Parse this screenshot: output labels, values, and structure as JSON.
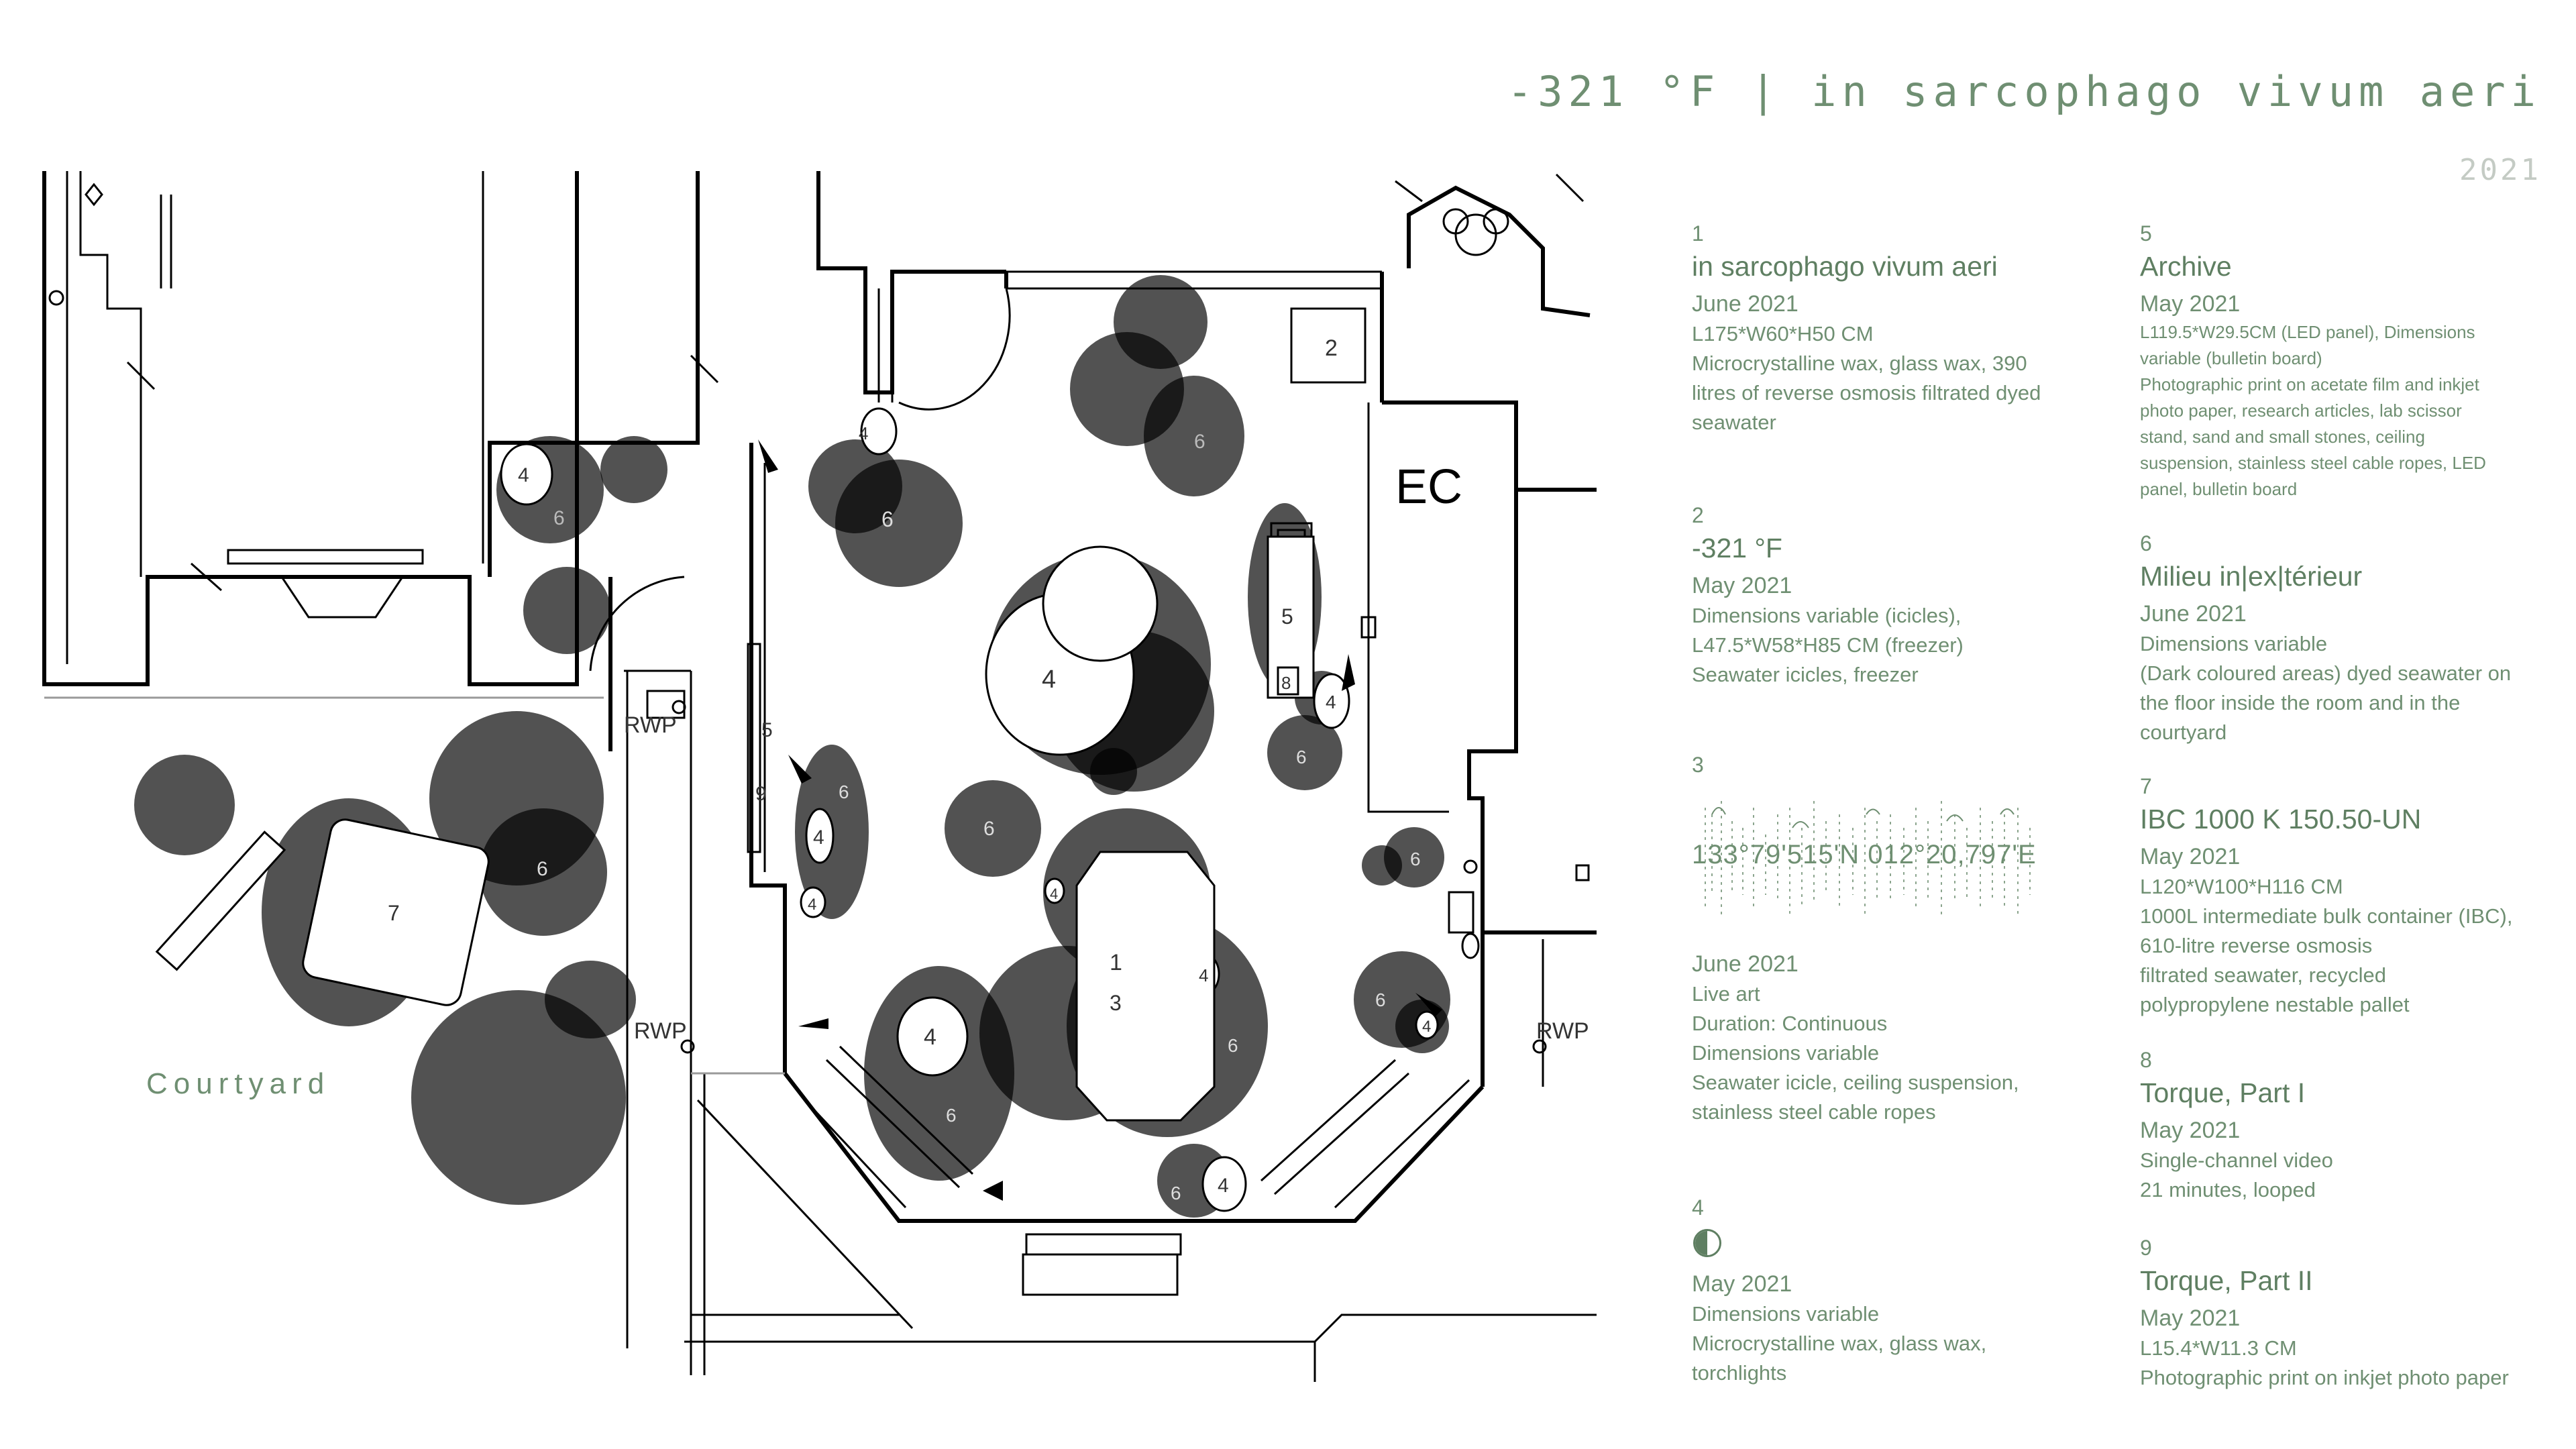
{
  "header": {
    "title": "-321 °F | in sarcophago vivum aeri",
    "year": "2021"
  },
  "plan": {
    "courtyard_label": "Courtyard",
    "ec_label": "EC",
    "rwp_label": "RWP",
    "numbers": [
      "1",
      "2",
      "3",
      "4",
      "5",
      "6",
      "7",
      "8",
      "9"
    ]
  },
  "works": [
    {
      "num": "1",
      "title": "in sarcophago vivum aeri",
      "date": "June 2021",
      "lines": [
        "L175*W60*H50 CM",
        "Microcrystalline wax, glass wax, 390",
        "litres of reverse osmosis filtrated dyed",
        "seawater"
      ]
    },
    {
      "num": "2",
      "title": "-321 °F",
      "date": "May 2021",
      "lines": [
        "Dimensions variable (icicles),",
        "L47.5*W58*H85 CM (freezer)",
        "Seawater icicles, freezer"
      ]
    },
    {
      "num": "3",
      "coordinates": "133°79'515'N 012°20,797'E",
      "date": "June 2021",
      "lines": [
        "Live art",
        "Duration: Continuous",
        "Dimensions variable",
        "Seawater icicle, ceiling suspension,",
        "stainless steel cable ropes"
      ]
    },
    {
      "num": "4",
      "title_icon": "half-moon-icon",
      "date": "May 2021",
      "lines": [
        "Dimensions variable",
        "Microcrystalline wax, glass wax,",
        "torchlights"
      ]
    },
    {
      "num": "5",
      "title": "Archive",
      "date": "May 2021",
      "lines": [
        "L119.5*W29.5CM (LED panel), Dimensions",
        "variable (bulletin board)",
        "Photographic print on acetate film and inkjet",
        "photo paper, research articles, lab scissor",
        "stand, sand and small stones, ceiling",
        "suspension, stainless steel cable ropes, LED",
        "panel, bulletin board"
      ]
    },
    {
      "num": "6",
      "title": "Milieu in|ex|térieur",
      "date": "June 2021",
      "lines": [
        "Dimensions variable",
        "(Dark coloured areas) dyed seawater on",
        "the floor inside the room and in the",
        "courtyard"
      ]
    },
    {
      "num": "7",
      "title": "IBC 1000 K 150.50-UN",
      "date": "May 2021",
      "lines": [
        "L120*W100*H116 CM",
        "1000L intermediate bulk container (IBC),",
        "610-litre reverse osmosis",
        "filtrated seawater, recycled",
        "polypropylene nestable pallet"
      ]
    },
    {
      "num": "8",
      "title": "Torque, Part I",
      "date": "May 2021",
      "lines": [
        "Single-channel video",
        "21 minutes, looped"
      ]
    },
    {
      "num": "9",
      "title": "Torque, Part II",
      "date": "May 2021",
      "lines": [
        "L15.4*W11.3 CM",
        "Photographic print on inkjet photo paper"
      ]
    }
  ]
}
